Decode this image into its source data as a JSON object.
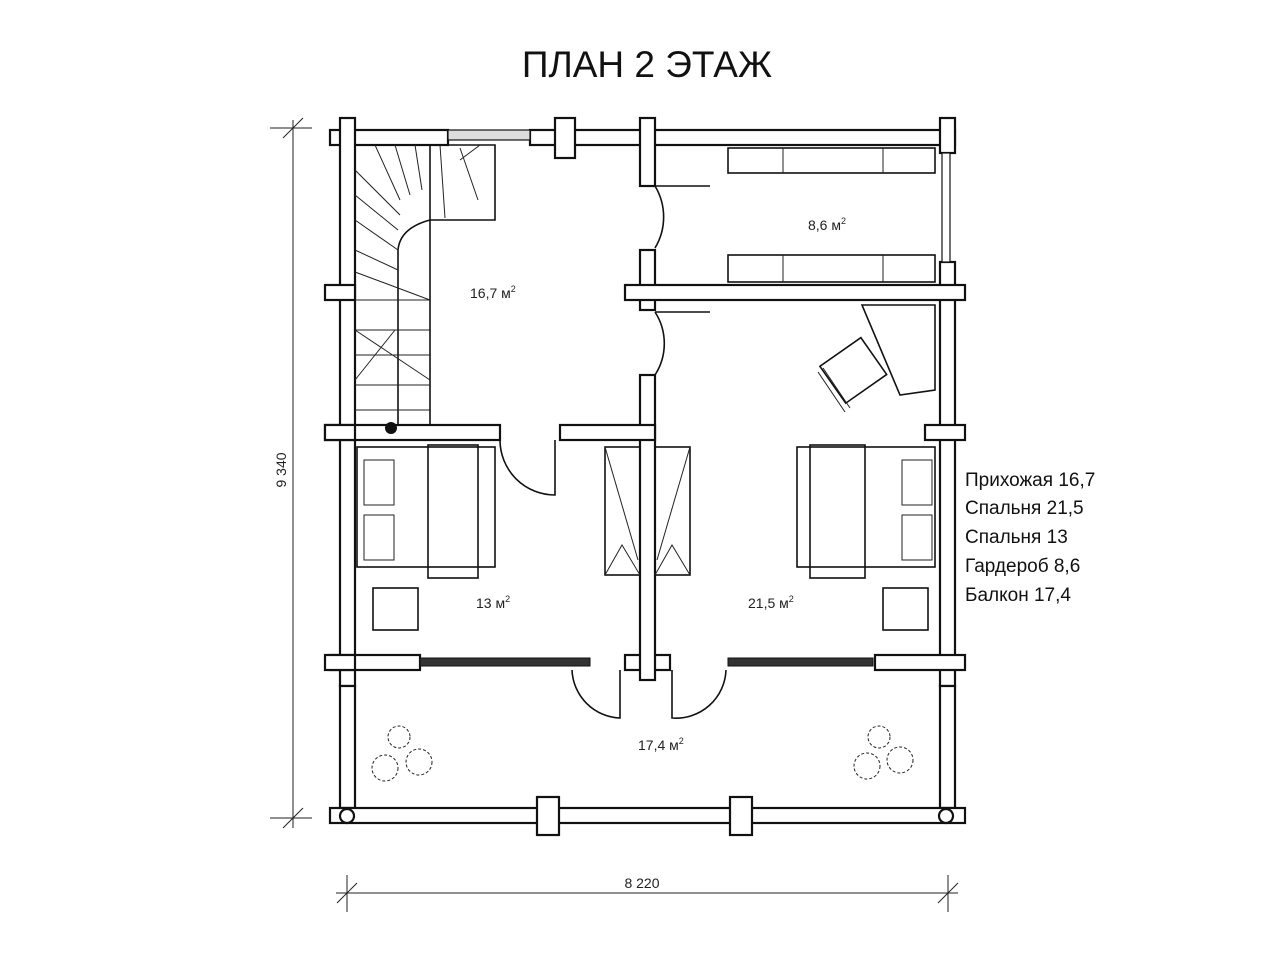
{
  "title": "ПЛАН 2 ЭТАЖ",
  "rooms": {
    "hall": "16,7 м",
    "wardrobe": "8,6 м",
    "bedroom_small": "13 м",
    "bedroom_large": "21,5 м",
    "balcony": "17,4 м",
    "sup": "2"
  },
  "legend": [
    "Прихожая 16,7",
    "Спальня 21,5",
    "Спальня 13",
    "Гардероб 8,6",
    "Балкон 17,4"
  ],
  "dimensions": {
    "height": "9 340",
    "width": "8 220"
  }
}
